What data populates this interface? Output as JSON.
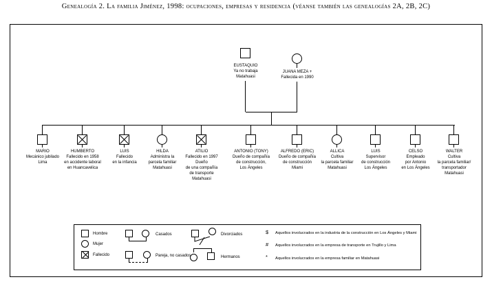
{
  "title": "Genealogía 2. La familia Jiménez, 1998: ocupaciones, empresas y residencia (véanse también las genealogías 2A, 2B, 2C)",
  "parents": [
    {
      "name": "EUSTAQUIO",
      "sex": "male",
      "deceased": false,
      "lines": [
        "Ya no trabaja",
        "Matahuasi"
      ]
    },
    {
      "name": "JUANA MEZA +",
      "sex": "female",
      "deceased": false,
      "lines": [
        "Fallecida en 1990"
      ]
    }
  ],
  "children": [
    {
      "name": "MARIO",
      "sex": "male",
      "deceased": false,
      "lines": [
        "Mecánico jubilado",
        "Lima"
      ]
    },
    {
      "name": "HUMBERTO",
      "sex": "male",
      "deceased": true,
      "lines": [
        "Fallecido en 1958",
        "en accidente laboral",
        "en Huancavelica"
      ]
    },
    {
      "name": "LUIS",
      "sex": "male",
      "deceased": true,
      "lines": [
        "Fallecido",
        "en la infancia"
      ]
    },
    {
      "name": "HILDA",
      "sex": "female",
      "deceased": false,
      "lines": [
        "Administra la",
        "parcela familiar",
        "Matahuasi"
      ]
    },
    {
      "name": "ATILIO",
      "sex": "male",
      "deceased": true,
      "lines": [
        "Fallecido en 1997",
        "Dueño",
        "de una compañía",
        "de transporte",
        "Matahuasi"
      ]
    },
    {
      "name": "ANTONIO (TONY)",
      "sex": "male",
      "deceased": false,
      "lines": [
        "Dueño de compañía",
        "de construcción,",
        "Los Ángeles"
      ]
    },
    {
      "name": "ALFREDO (ERIC)",
      "sex": "male",
      "deceased": false,
      "lines": [
        "Dueño de compañía",
        "de construcción",
        "Miami"
      ]
    },
    {
      "name": "ALLICA",
      "sex": "female",
      "deceased": false,
      "lines": [
        "Cultiva",
        "la parcela familiar",
        "Matahuasi"
      ]
    },
    {
      "name": "LUIS",
      "sex": "male",
      "deceased": false,
      "lines": [
        "Supervisor",
        "de construcción",
        "Los Ángeles"
      ]
    },
    {
      "name": "CELSO",
      "sex": "male",
      "deceased": false,
      "lines": [
        "Empleado",
        "por Antonio",
        "en Los Ángeles"
      ]
    },
    {
      "name": "WALTER",
      "sex": "male",
      "deceased": false,
      "lines": [
        "Cultiva",
        "la parcela familiar/",
        "transportador",
        "Matahuasi"
      ]
    }
  ],
  "legend": {
    "symbols": [
      {
        "symbol": "square",
        "label": "Hombre"
      },
      {
        "symbol": "circle",
        "label": "Mujer"
      },
      {
        "symbol": "square-x",
        "label": "Fallecido"
      }
    ],
    "relations": [
      {
        "type": "casados",
        "label": "Casados"
      },
      {
        "type": "divorciados",
        "label": "Divorciados"
      },
      {
        "type": "pareja-no-casados",
        "label": "Pareja, no casados"
      },
      {
        "type": "hermanos",
        "label": "Hermanos"
      }
    ],
    "annotations": [
      {
        "symbol": "$",
        "text": "Aquellos involucrados en la industria de la construcción en Los Ángeles y Miami"
      },
      {
        "symbol": "#",
        "text": "Aquellos involucrados en la empresa de transporte en Trujillo y Lima"
      },
      {
        "symbol": "*",
        "text": "Aquellos involucrados en la empresa familiar en Matahuasi"
      }
    ]
  }
}
